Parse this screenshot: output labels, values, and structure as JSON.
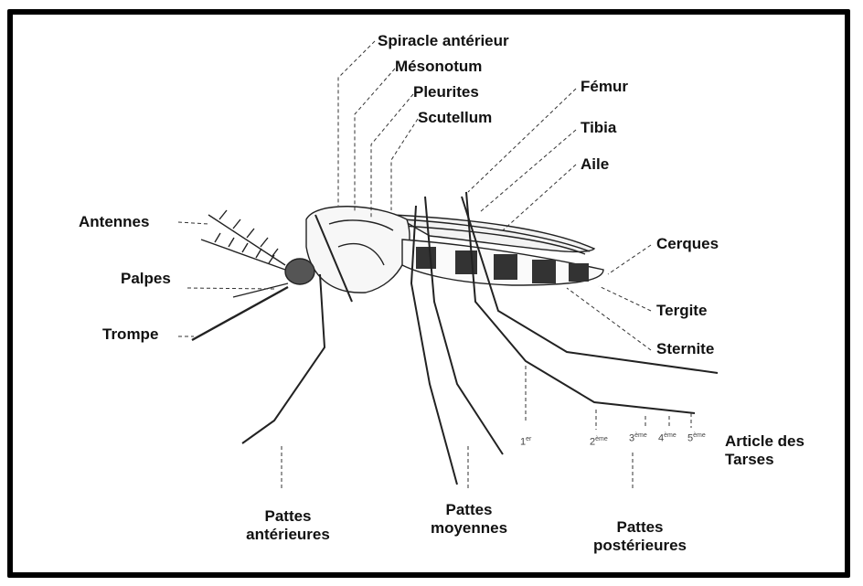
{
  "labels": {
    "spiracle": "Spiracle antérieur",
    "mesonotum": "Mésonotum",
    "pleurites": "Pleurites",
    "scutellum": "Scutellum",
    "femur": "Fémur",
    "tibia": "Tibia",
    "aile": "Aile",
    "antennes": "Antennes",
    "palpes": "Palpes",
    "trompe": "Trompe",
    "cerques": "Cerques",
    "tergite": "Tergite",
    "sternite": "Sternite",
    "article_tarses_1": "Article des",
    "article_tarses_2": "Tarses",
    "pattes_ant_1": "Pattes",
    "pattes_ant_2": "antérieures",
    "pattes_moy_1": "Pattes",
    "pattes_moy_2": "moyennes",
    "pattes_post_1": "Pattes",
    "pattes_post_2": "postérieures"
  },
  "tarsal_articles": [
    {
      "num": "1",
      "sup": "er"
    },
    {
      "num": "2",
      "sup": "ème"
    },
    {
      "num": "3",
      "sup": "ème"
    },
    {
      "num": "4",
      "sup": "ème"
    },
    {
      "num": "5",
      "sup": "ème"
    }
  ]
}
